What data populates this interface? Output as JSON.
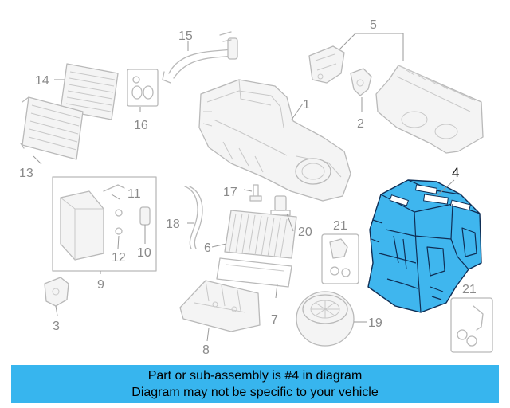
{
  "callouts": {
    "c1": "1",
    "c2": "2",
    "c3": "3",
    "c4": "4",
    "c5": "5",
    "c6": "6",
    "c7": "7",
    "c8": "8",
    "c9": "9",
    "c10": "10",
    "c11": "11",
    "c12": "12",
    "c13": "13",
    "c14": "14",
    "c15": "15",
    "c16": "16",
    "c17": "17",
    "c18": "18",
    "c19": "19",
    "c20": "20",
    "c21a": "21",
    "c21b": "21"
  },
  "highlighted_part": "4",
  "colors": {
    "highlight_fill": "#3fb6ee",
    "highlight_outline": "#0f2e55",
    "banner_bg": "#37b5ee"
  },
  "banner": {
    "line1": "Part or sub-assembly is #4 in diagram",
    "line2": "Diagram may not be specific to your vehicle"
  }
}
